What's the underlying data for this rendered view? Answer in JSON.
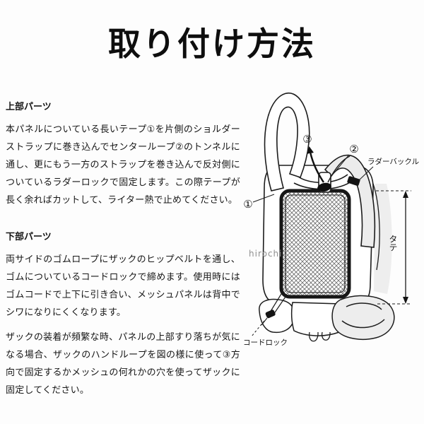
{
  "page": {
    "title": "取り付け方法",
    "watermark": "hirochi",
    "paper_color": "#fdfdfd",
    "ink_color": "#161616"
  },
  "sections": {
    "upper": {
      "heading": "上部パーツ",
      "body": "本パネルについている長いテープ①を片側のショルダーストラップに巻き込んでセンターループ②のトンネルに通し、更にもう一方のストラップを巻き込んで反対側についているラダーロックで固定します。この際テープが長く余ればカットして、ライター熱で止めてください。"
    },
    "lower": {
      "heading": "下部パーツ",
      "body1": "両サイドのゴムロープにザックのヒップベルトを通し、ゴムについているコードロックで締めます。使用時にはゴムコードで上下に引き合い、メッシュパネルは背中でシワになりにくくなります。",
      "body2": "ザックの装着が頻繁な時、パネルの上部すり落ちが気になる場合、ザックのハンドループを図の様に使って③方向で固定するかメッシュの何れかの穴を使ってザックに固定してください。"
    }
  },
  "diagram": {
    "labels": {
      "ladder_buckle": "ラダーバックル",
      "cord_lock": "コードロック",
      "vertical": "タテ",
      "num1": "①",
      "num2": "②",
      "num3": "③"
    }
  }
}
